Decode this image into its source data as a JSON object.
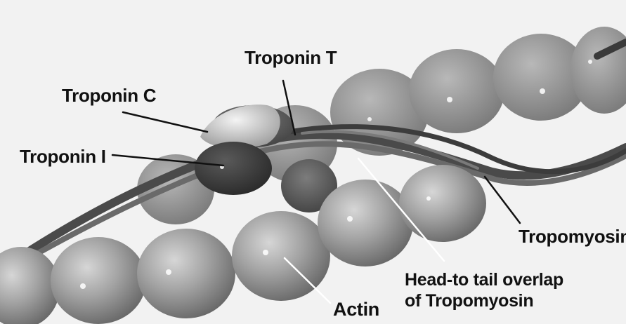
{
  "labels": {
    "troponin_t": "Troponin T",
    "troponin_c": "Troponin C",
    "troponin_i": "Troponin I",
    "tropomyosin": "Tropomyosin",
    "overlap_line1": "Head-to tail overlap",
    "overlap_line2": "of Tropomyosin",
    "actin": "Actin"
  },
  "colors": {
    "background": "#f2f2f2",
    "actin_bead": "#9c9c9c",
    "tropomyosin_strand": "#555555",
    "troponin_c": "#d8d8d8",
    "troponin_i": "#3e3e3e",
    "leader_line": "#111111",
    "leader_line_light": "#ffffff"
  }
}
